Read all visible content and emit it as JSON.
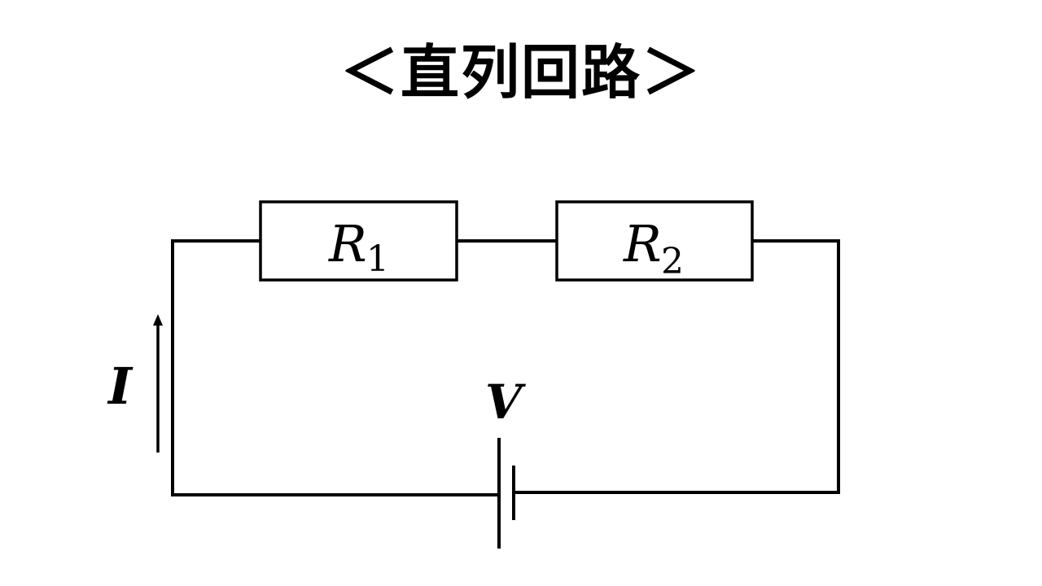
{
  "title": "＜直列回路＞",
  "circuit": {
    "type": "series",
    "resistors": [
      {
        "symbol": "R",
        "subscript": "1"
      },
      {
        "symbol": "R",
        "subscript": "2"
      }
    ],
    "current": {
      "symbol": "I",
      "direction": "up"
    },
    "voltage": {
      "symbol": "V"
    },
    "colors": {
      "stroke": "#000000",
      "background": "#ffffff"
    }
  }
}
